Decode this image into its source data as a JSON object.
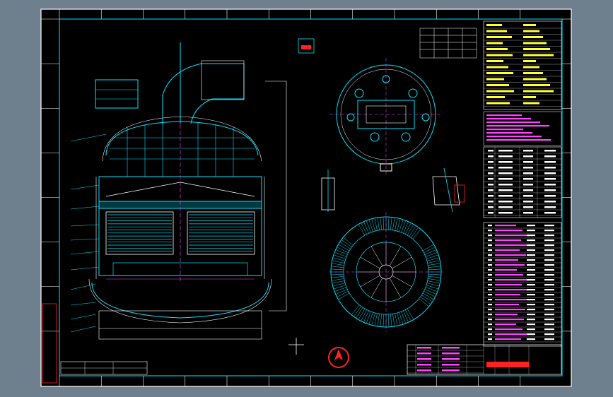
{
  "viewer": {
    "background": "#6e7f8e",
    "sheet_border_color": "#ffffff",
    "frame_color": "#00e5ff"
  },
  "drawing": {
    "colors": {
      "sheet": "#000000",
      "cyan": "#00e5ff",
      "white": "#ffffff",
      "yellow": "#ffff33",
      "magenta": "#ff44ff",
      "red": "#ff2222",
      "green": "#22ff22",
      "grey": "#cfcfcf"
    },
    "views": [
      {
        "name": "front-section-view"
      },
      {
        "name": "top-plan-view"
      },
      {
        "name": "tube-sheet-section-view"
      },
      {
        "name": "nozzle-detail-view"
      },
      {
        "name": "weld-detail-view"
      }
    ],
    "tables": [
      {
        "name": "design-data-table",
        "color": "yellow"
      },
      {
        "name": "technical-requirements",
        "color": "magenta"
      },
      {
        "name": "nozzle-schedule",
        "color": "white"
      },
      {
        "name": "parts-list",
        "color": "magenta"
      },
      {
        "name": "title-block",
        "color": "white"
      },
      {
        "name": "revision-block",
        "color": "white"
      }
    ]
  }
}
